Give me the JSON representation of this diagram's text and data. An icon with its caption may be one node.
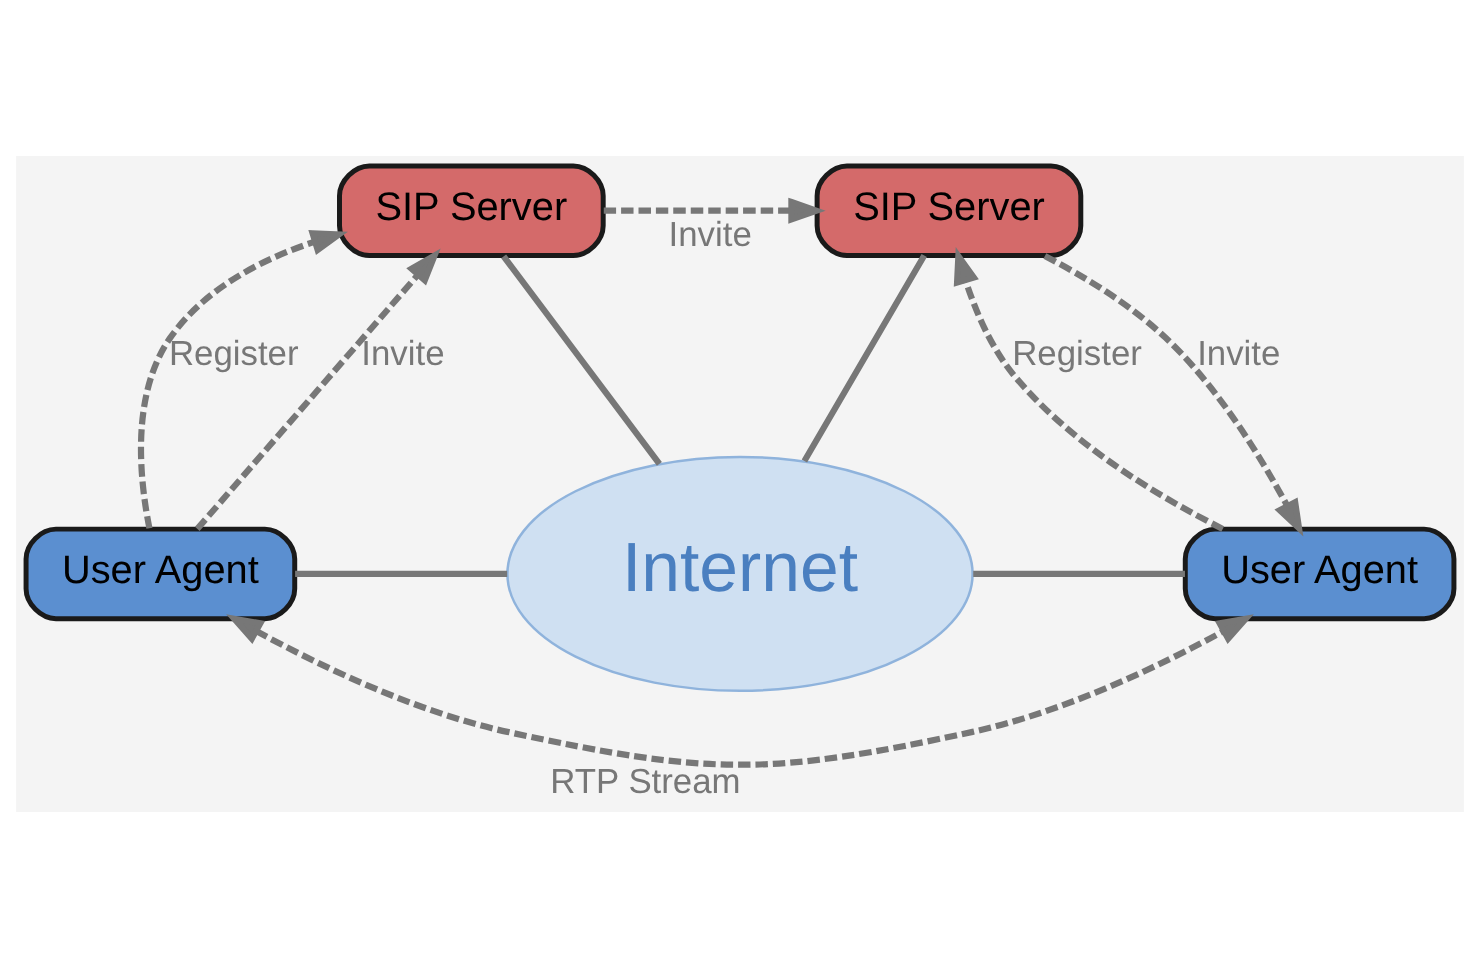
{
  "diagram": {
    "nodes": [
      {
        "text": [
          "User Agent"
        ]
      },
      {
        "text": [
          "SIP Server"
        ]
      },
      {
        "text": [
          "SIP Server"
        ]
      },
      {
        "text": [
          "User Agent"
        ]
      },
      {
        "text": [
          "Internet"
        ]
      }
    ],
    "edges": [
      {
        "from": 0,
        "to": 1,
        "arrow": "to",
        "label": "Register",
        "style": "dashed"
      },
      {
        "from": 0,
        "to": 1,
        "arrow": "to",
        "label": "Invite",
        "style": "dashed"
      },
      {
        "from": 1,
        "to": 2,
        "arrow": "to",
        "label": "Invite",
        "style": "dashed"
      },
      {
        "from": 2,
        "to": 3,
        "arrow": "to",
        "label": "Invite",
        "style": "dashed"
      },
      {
        "from": 3,
        "to": 2,
        "arrow": "to",
        "label": "Register",
        "style": "dashed"
      },
      {
        "from": 0,
        "to": 3,
        "arrow": "both",
        "label": "RTP Stream",
        "style": "dashed"
      },
      {
        "from": 0,
        "to": 4,
        "arrow": "none"
      },
      {
        "from": 1,
        "to": 4,
        "arrow": "none"
      },
      {
        "from": 2,
        "to": 4,
        "arrow": "none"
      },
      {
        "from": 4,
        "to": 3,
        "arrow": "none"
      }
    ]
  }
}
